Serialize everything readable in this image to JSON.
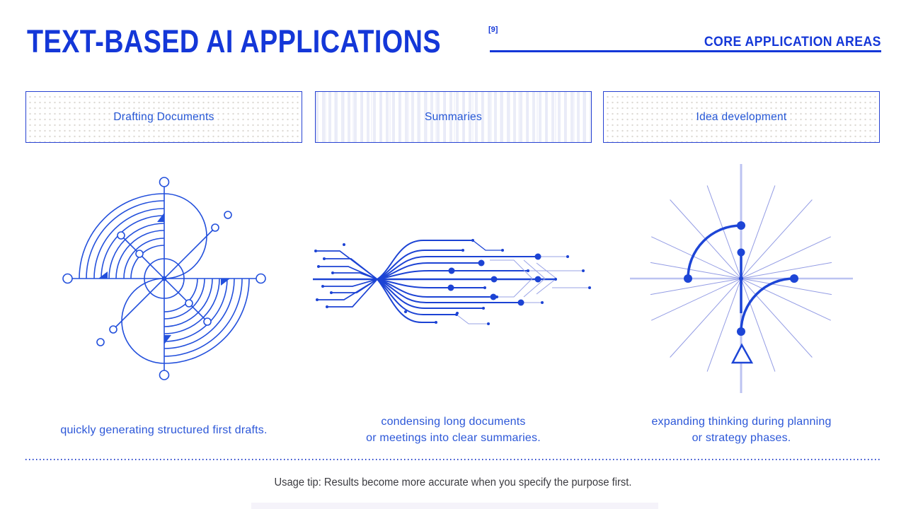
{
  "header": {
    "title": "TEXT-BASED AI APPLICATIONS",
    "citation": "[9]",
    "section_label": "CORE APPLICATION AREAS"
  },
  "cards": [
    {
      "label": "Drafting Documents"
    },
    {
      "label": "Summaries"
    },
    {
      "label": "Idea development"
    }
  ],
  "sections": [
    {
      "illustration": "radial-arcs-illustration",
      "caption_lines": [
        "quickly generating structured first drafts."
      ]
    },
    {
      "illustration": "circuit-funnel-illustration",
      "caption_lines": [
        "condensing long documents",
        "or meetings into clear summaries."
      ]
    },
    {
      "illustration": "starburst-illustration",
      "caption_lines": [
        "expanding thinking during planning",
        "or strategy phases."
      ]
    }
  ],
  "footer": {
    "tip": "Usage tip: Results become more accurate when you specify the purpose first."
  },
  "colors": {
    "accent_blue": "#1437d8",
    "illustration_blue": "#2350dc",
    "light_trace_blue": "#99a3e6",
    "pale_axis_blue": "#bcc3f1",
    "caption_blue": "#2c57d8",
    "card_border_blue": "#2742d2",
    "tip_text": "#3b3b40"
  }
}
